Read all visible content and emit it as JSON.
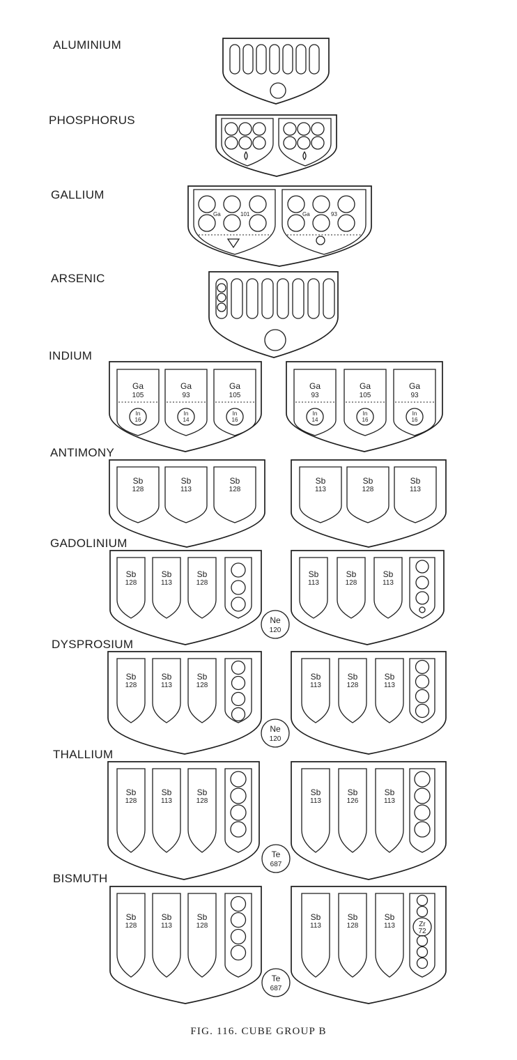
{
  "figure": {
    "caption": "FIG. 116. CUBE GROUP B",
    "rows": [
      {
        "id": "al",
        "label": "ALUMINIUM"
      },
      {
        "id": "p",
        "label": "PHOSPHORUS"
      },
      {
        "id": "ga",
        "label": "GALLIUM",
        "notes": [
          "Ga",
          "101",
          "Ga",
          "93"
        ]
      },
      {
        "id": "as",
        "label": "ARSENIC"
      },
      {
        "id": "in",
        "label": "INDIUM",
        "groups": [
          [
            {
              "top": "Ga",
              "num": "105",
              "inner": "In",
              "inner_num": "16"
            },
            {
              "top": "Ga",
              "num": "93",
              "inner": "In",
              "inner_num": "14"
            },
            {
              "top": "Ga",
              "num": "105",
              "inner": "In",
              "inner_num": "16"
            }
          ],
          [
            {
              "top": "Ga",
              "num": "93",
              "inner": "In",
              "inner_num": "14"
            },
            {
              "top": "Ga",
              "num": "105",
              "inner": "In",
              "inner_num": "16"
            },
            {
              "top": "Ga",
              "num": "93",
              "inner": "In",
              "inner_num": "16"
            }
          ]
        ]
      },
      {
        "id": "sb",
        "label": "ANTIMONY",
        "groups": [
          [
            {
              "sym": "Sb",
              "num": "128"
            },
            {
              "sym": "Sb",
              "num": "113"
            },
            {
              "sym": "Sb",
              "num": "128"
            }
          ],
          [
            {
              "sym": "Sb",
              "num": "113"
            },
            {
              "sym": "Sb",
              "num": "128"
            },
            {
              "sym": "Sb",
              "num": "113"
            }
          ]
        ]
      },
      {
        "id": "gd",
        "label": "GADOLINIUM",
        "groups": [
          [
            {
              "sym": "Sb",
              "num": "128"
            },
            {
              "sym": "Sb",
              "num": "113"
            },
            {
              "sym": "Sb",
              "num": "128"
            }
          ],
          [
            {
              "sym": "Sb",
              "num": "113"
            },
            {
              "sym": "Sb",
              "num": "128"
            },
            {
              "sym": "Sb",
              "num": "113"
            }
          ]
        ],
        "center": {
          "sym": "Ne",
          "num": "120"
        }
      },
      {
        "id": "dy",
        "label": "DYSPROSIUM",
        "groups": [
          [
            {
              "sym": "Sb",
              "num": "128"
            },
            {
              "sym": "Sb",
              "num": "113"
            },
            {
              "sym": "Sb",
              "num": "128"
            }
          ],
          [
            {
              "sym": "Sb",
              "num": "113"
            },
            {
              "sym": "Sb",
              "num": "128"
            },
            {
              "sym": "Sb",
              "num": "113"
            }
          ]
        ],
        "center": {
          "sym": "Ne",
          "num": "120"
        }
      },
      {
        "id": "tl",
        "label": "THALLIUM",
        "groups": [
          [
            {
              "sym": "Sb",
              "num": "128"
            },
            {
              "sym": "Sb",
              "num": "113"
            },
            {
              "sym": "Sb",
              "num": "128"
            }
          ],
          [
            {
              "sym": "Sb",
              "num": "113"
            },
            {
              "sym": "Sb",
              "num": "126"
            },
            {
              "sym": "Sb",
              "num": "113"
            }
          ]
        ],
        "center": {
          "sym": "Te",
          "num": "687"
        }
      },
      {
        "id": "bi",
        "label": "BISMUTH",
        "groups": [
          [
            {
              "sym": "Sb",
              "num": "128"
            },
            {
              "sym": "Sb",
              "num": "113"
            },
            {
              "sym": "Sb",
              "num": "128"
            }
          ],
          [
            {
              "sym": "Sb",
              "num": "113"
            },
            {
              "sym": "Sb",
              "num": "128"
            },
            {
              "sym": "Sb",
              "num": "113"
            }
          ]
        ],
        "center": {
          "sym": "Te",
          "num": "687"
        },
        "zr": {
          "sym": "Zr",
          "num": "72"
        }
      }
    ]
  }
}
